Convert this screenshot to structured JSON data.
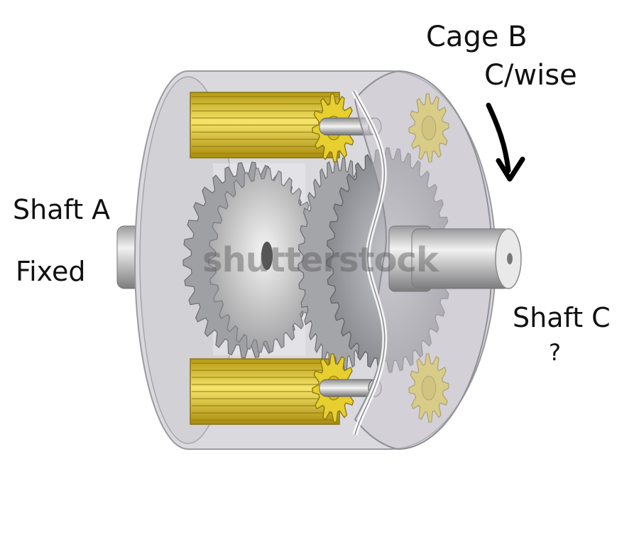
{
  "labels": {
    "cage_b": "Cage B",
    "clockwise": "C/wise",
    "shaft_a": "Shaft A",
    "fixed": "Fixed",
    "shaft_c": "Shaft C",
    "unknown": "?"
  },
  "watermark": "shutterstock",
  "colors": {
    "gear_yellow": "#e2cc2a",
    "gear_silver": "#c9c9cb",
    "gear_dark": "#8d8f95",
    "housing": "#dad9de",
    "arrow": "#000000"
  },
  "icons": {
    "arrow": "clockwise-arrow-icon"
  }
}
